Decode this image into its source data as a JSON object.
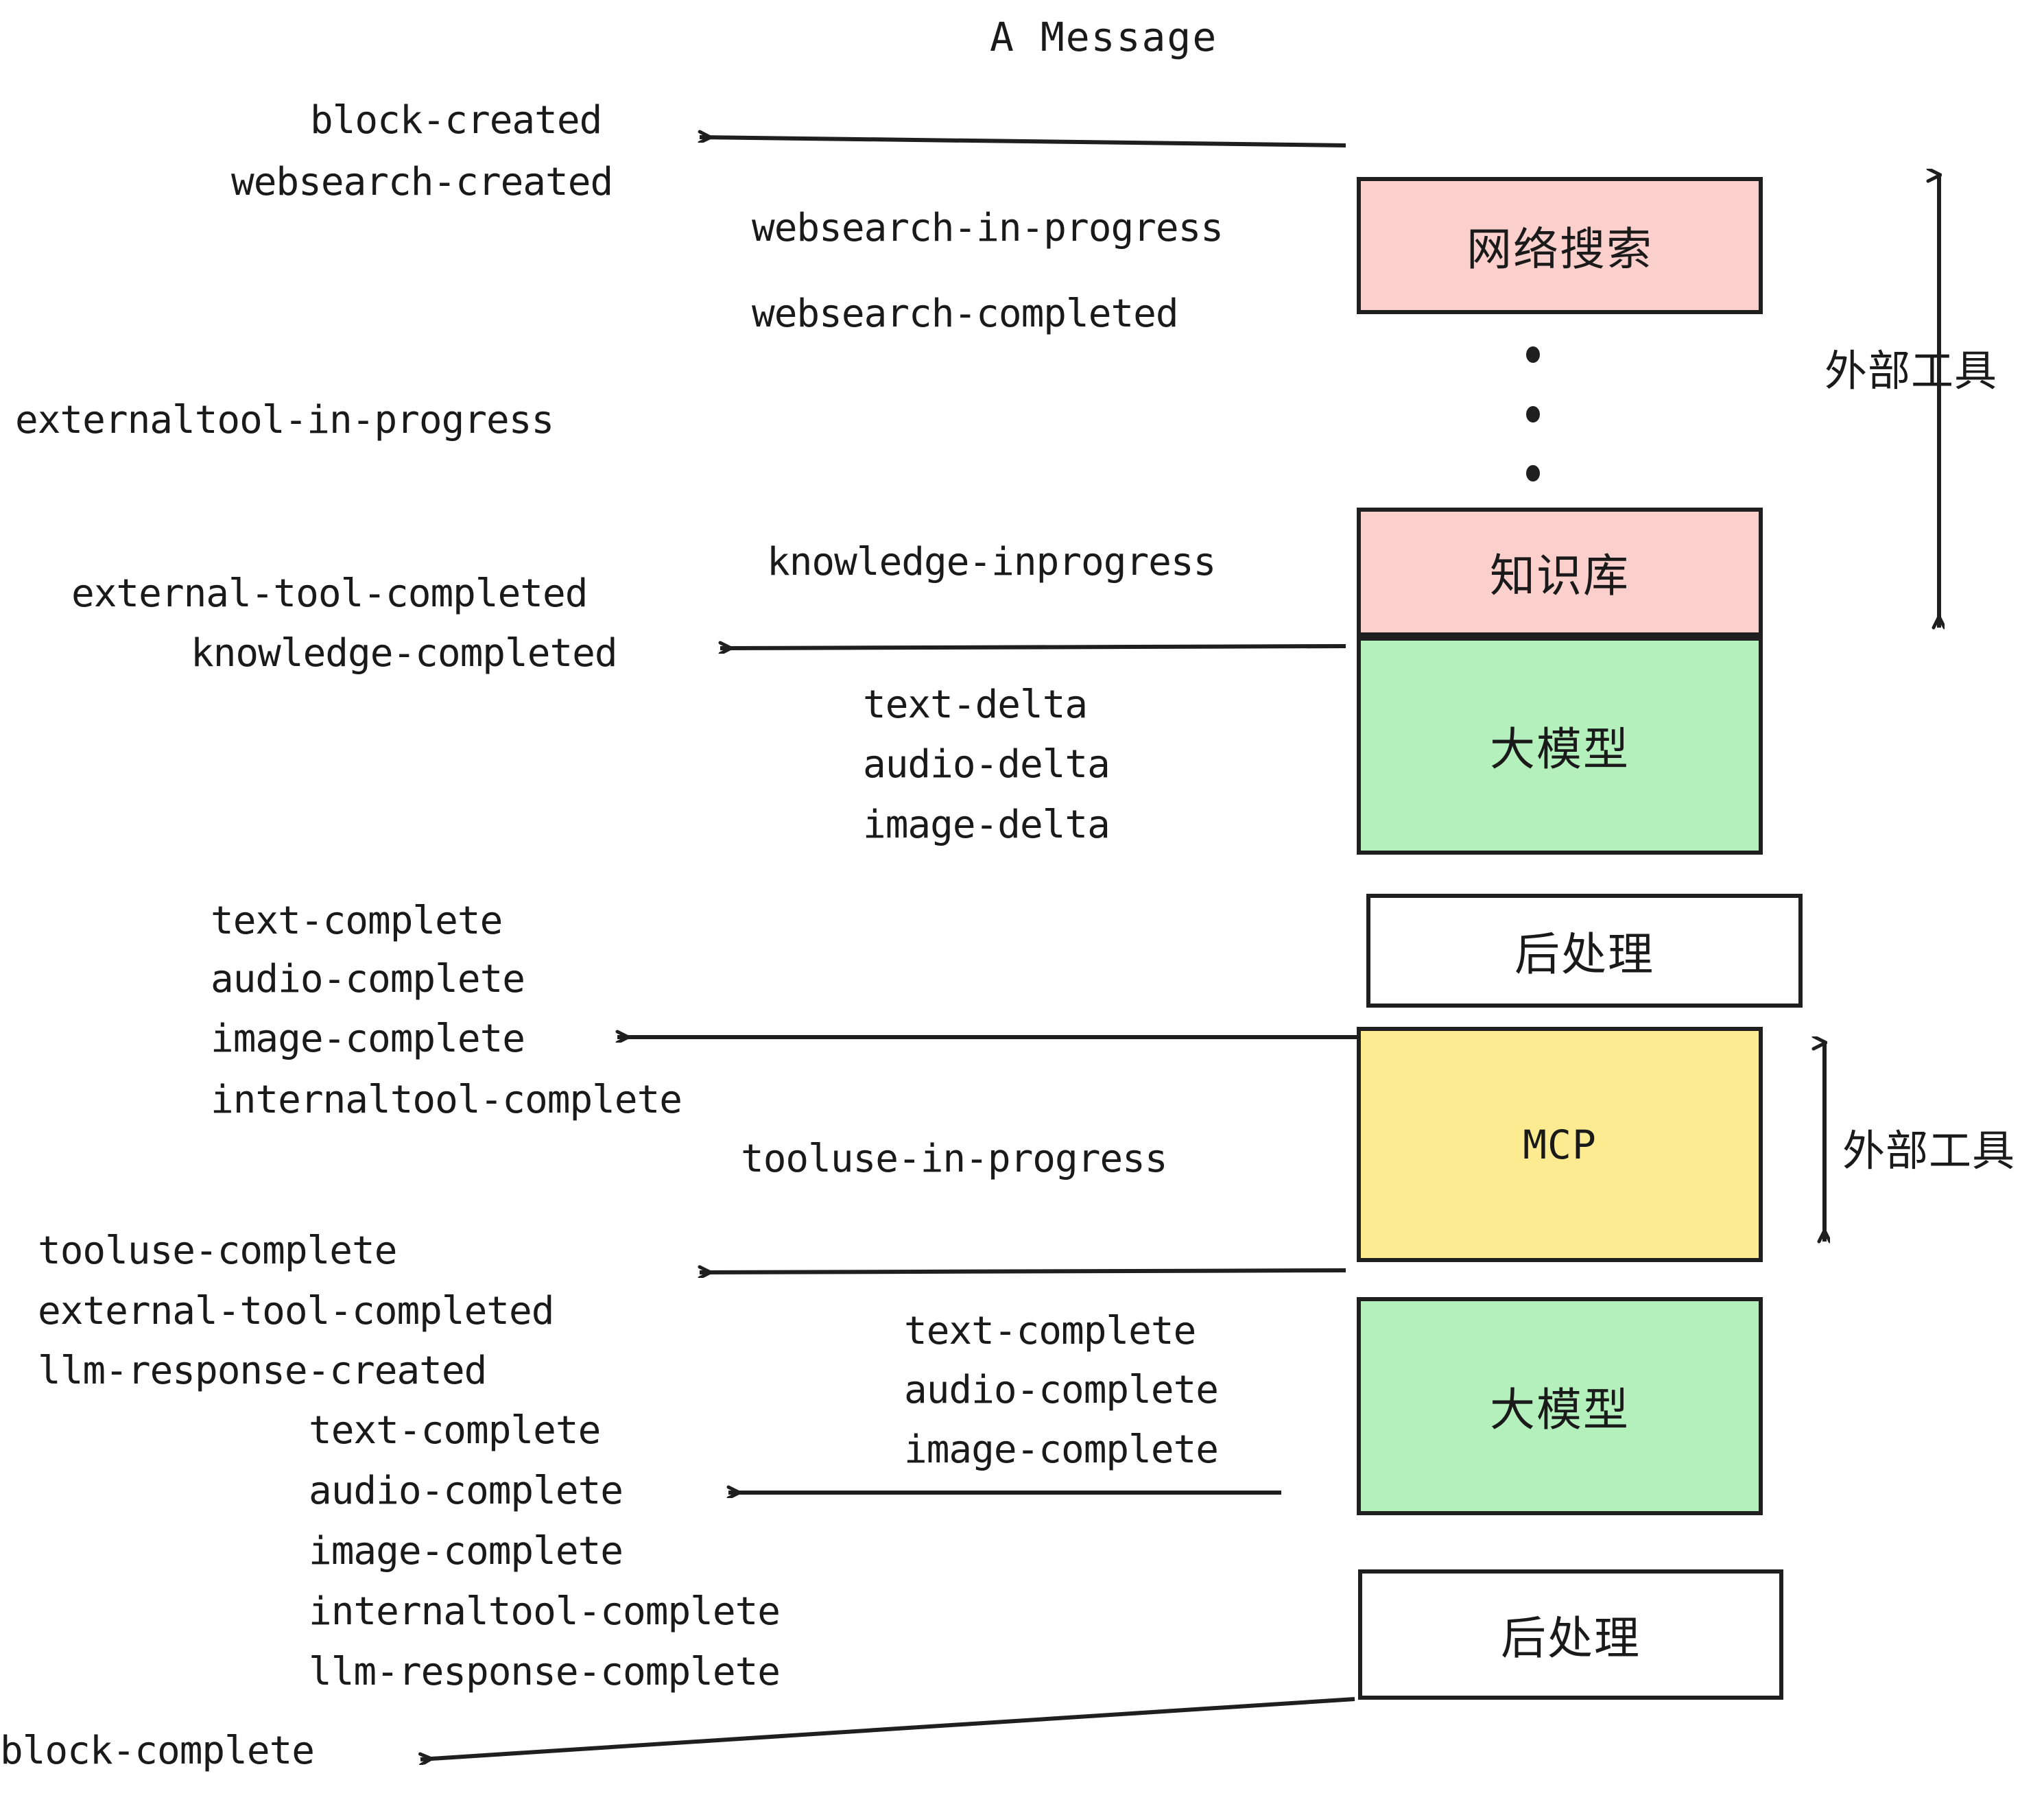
{
  "title": "A Message",
  "colors": {
    "pink": "#FBCFCB",
    "green": "#B4F0BC",
    "yellow": "#FCEB90",
    "white": "#FFFFFF",
    "stroke": "#1F1F1F",
    "text": "#1A1A1A"
  },
  "nodes": [
    {
      "label": "网络搜索",
      "kind": "cn",
      "color": "pink"
    },
    {
      "label": "知识库",
      "kind": "cn",
      "color": "pink"
    },
    {
      "label": "大模型",
      "kind": "cn",
      "color": "green"
    },
    {
      "label": "后处理",
      "kind": "cn",
      "color": "white"
    },
    {
      "label": "MCP",
      "kind": "en",
      "color": "yellow"
    },
    {
      "label": "大模型",
      "kind": "cn",
      "color": "green"
    },
    {
      "label": "后处理",
      "kind": "cn",
      "color": "white"
    }
  ],
  "side_labels": [
    {
      "text": "外部工具"
    },
    {
      "text": "外部工具"
    }
  ],
  "events": [
    {
      "text": "block-created"
    },
    {
      "text": "websearch-created"
    },
    {
      "text": "websearch-in-progress"
    },
    {
      "text": "websearch-completed"
    },
    {
      "text": "externaltool-in-progress"
    },
    {
      "text": "knowledge-inprogress"
    },
    {
      "text": "external-tool-completed"
    },
    {
      "text": "knowledge-completed"
    },
    {
      "text": "text-delta"
    },
    {
      "text": "audio-delta"
    },
    {
      "text": "image-delta"
    },
    {
      "text": "text-complete"
    },
    {
      "text": "audio-complete"
    },
    {
      "text": "image-complete"
    },
    {
      "text": "internaltool-complete"
    },
    {
      "text": "tooluse-in-progress"
    },
    {
      "text": "tooluse-complete"
    },
    {
      "text": "external-tool-completed"
    },
    {
      "text": "llm-response-created"
    },
    {
      "text": "text-complete"
    },
    {
      "text": "audio-complete"
    },
    {
      "text": "image-complete"
    },
    {
      "text": "internaltool-complete"
    },
    {
      "text": "llm-response-complete"
    },
    {
      "text": "block-complete"
    }
  ]
}
